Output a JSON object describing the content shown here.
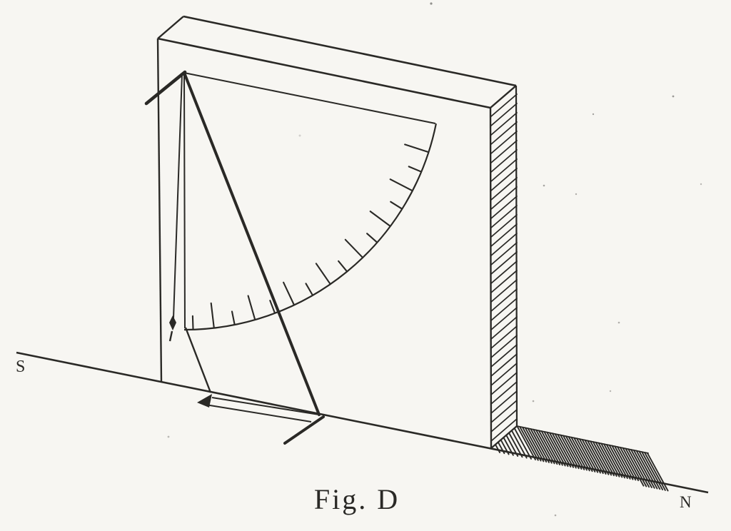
{
  "figure": {
    "caption": "Fig. D",
    "label_south": "S",
    "label_north": "N"
  },
  "colors": {
    "ink": "#2a2926",
    "paper": "#f7f6f2"
  },
  "protractor": {
    "tick_count": 16,
    "start_angle_deg": 18,
    "end_angle_deg": 88,
    "major_tick_len": 34,
    "minor_tick_len": 18
  }
}
